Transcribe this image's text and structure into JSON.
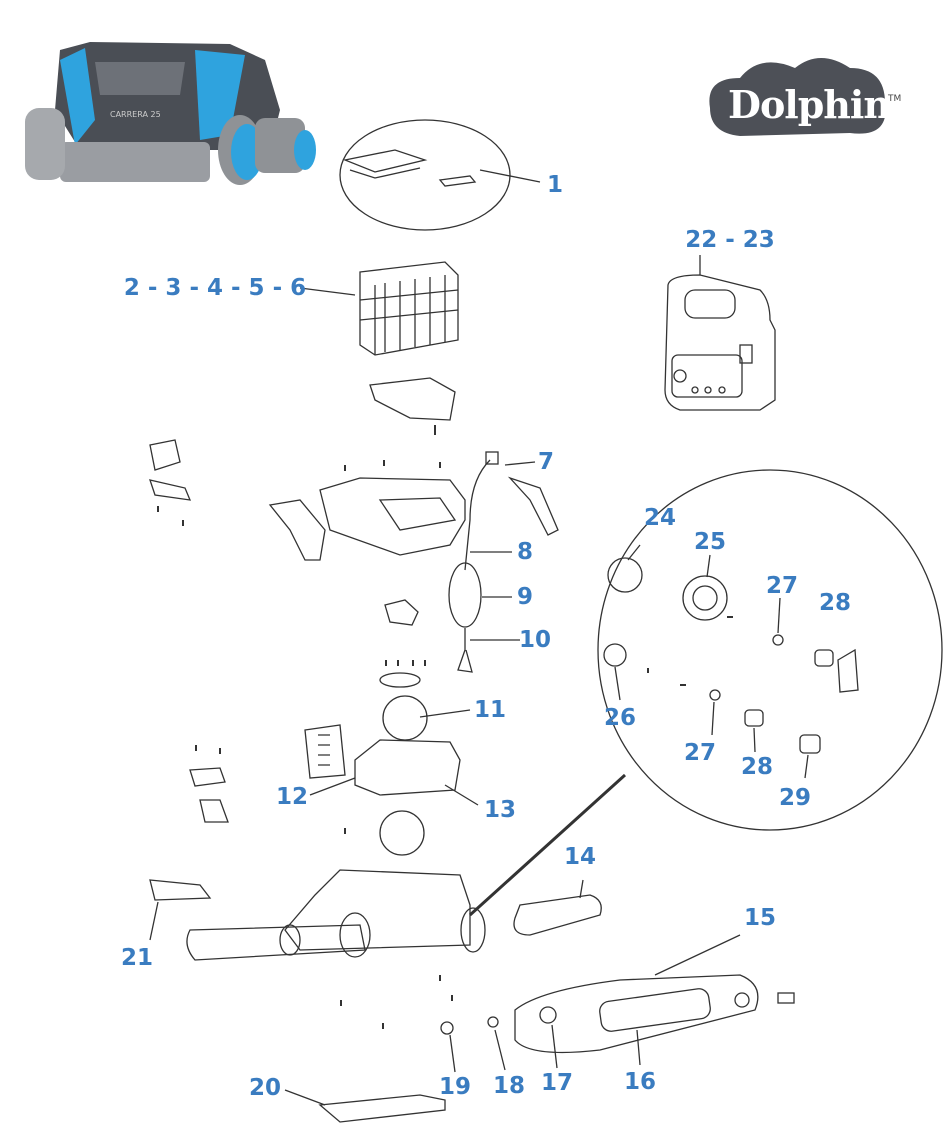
{
  "product": {
    "model_label": "CARRERA 25",
    "brand": "Dolphin",
    "trademark": "TM"
  },
  "colors": {
    "label": "#3a7cc0",
    "robot_accent": "#2fa3de",
    "robot_body": "#4a4e55",
    "logo": "#4d5057"
  },
  "callouts": {
    "p1": "1",
    "p2_6": "2 - 3 - 4 - 5 - 6",
    "p22_23": "22 - 23",
    "p7": "7",
    "p8": "8",
    "p9": "9",
    "p10": "10",
    "p11": "11",
    "p12": "12",
    "p13": "13",
    "p14": "14",
    "p15": "15",
    "p16": "16",
    "p17": "17",
    "p18": "18",
    "p19": "19",
    "p20": "20",
    "p21": "21",
    "p24": "24",
    "p25": "25",
    "p26": "26",
    "p27a": "27",
    "p27b": "27",
    "p28a": "28",
    "p28b": "28",
    "p29": "29"
  }
}
